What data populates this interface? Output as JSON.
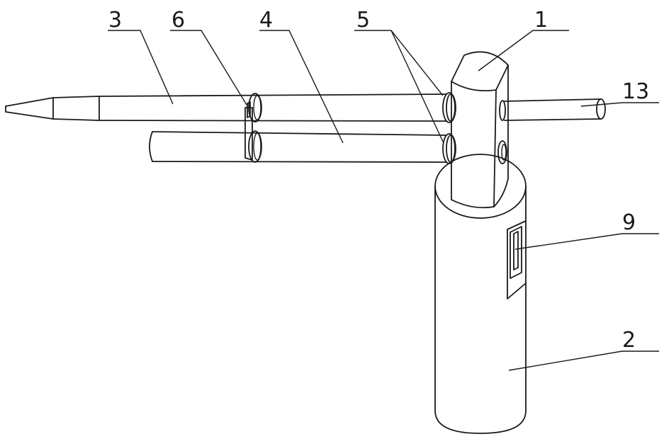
{
  "diagram": {
    "labels": {
      "l1": "1",
      "l2": "2",
      "l3": "3",
      "l4": "4",
      "l5": "5",
      "l6": "6",
      "l9": "9",
      "l13": "13"
    }
  }
}
